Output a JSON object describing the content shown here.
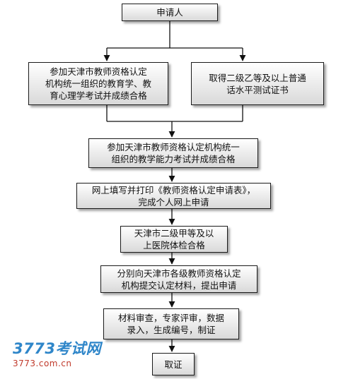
{
  "nodes": {
    "applicant": "申请人",
    "education_exam": "参加天津市教师资格认定\n机构统一组织的教育学、教\n育心理学考试并成绩合格",
    "mandarin_cert": "取得二级乙等及以上普通\n话水平测试证书",
    "teaching_ability_exam": "参加天津市教师资格认定机构统一\n组织的教学能力考试并成绩合格",
    "online_application": "网上填写并打印《教师资格认定申请表》，\n完成个人网上申请",
    "health_check": "天津市二级甲等及以\n上医院体检合格",
    "submit_materials": "分别向天津市各级教师资格认定\n机构提交认定材料，提出申请",
    "review": "材料审查，专家评审，数据\n录入，生成编号，制证",
    "obtain_cert": "取证"
  },
  "watermark": {
    "logo_text": "3773考试网",
    "url": "3773.com.cn"
  }
}
